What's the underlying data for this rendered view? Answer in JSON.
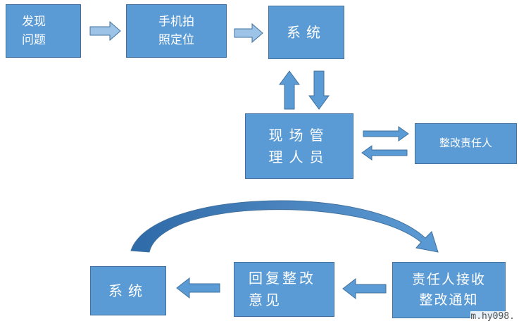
{
  "boxes": {
    "discover_problem": "发现\n问题",
    "phone_photo": "手机拍\n照定位",
    "system_top": "系统",
    "site_staff": "现场管\n理人员",
    "rectifier": "整改责任人",
    "system_bottom": "系统",
    "reply_opinion": "回复整改\n意见",
    "receive_notice": "责任人接收\n整改通知"
  },
  "watermark": "m.hy098.",
  "colors": {
    "box_fill": "#5b9bd5",
    "box_border": "#41719c",
    "arrow_fill": "#5b9bd5",
    "arc_fill": "#4a83bd"
  }
}
